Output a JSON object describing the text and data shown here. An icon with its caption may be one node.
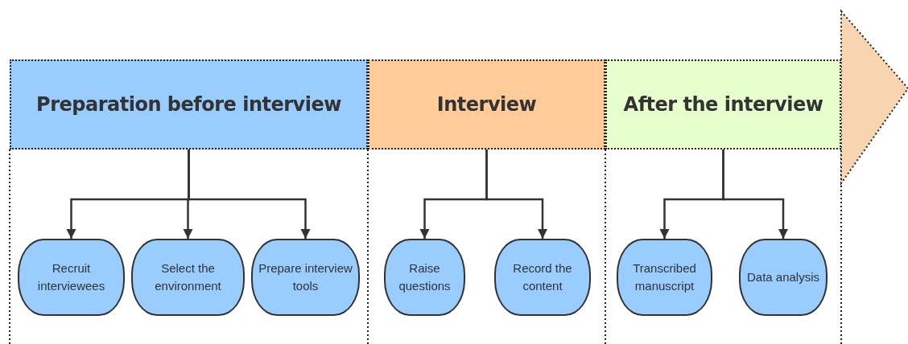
{
  "diagram": {
    "nodes": [
      {
        "text": [
          "Preparation before interview"
        ]
      },
      {
        "text": [
          "Interview"
        ]
      },
      {
        "text": [
          "After the interview"
        ]
      },
      {
        "text": [
          "Recruit interviewees"
        ]
      },
      {
        "text": [
          "Select the environment"
        ]
      },
      {
        "text": [
          "Prepare interview tools"
        ]
      },
      {
        "text": [
          "Raise questions"
        ]
      },
      {
        "text": [
          "Record the content"
        ]
      },
      {
        "text": [
          "Transcribed manuscript"
        ]
      },
      {
        "text": [
          "Data analysis"
        ]
      }
    ],
    "edges": [
      {
        "from": 0,
        "to": 3,
        "arrow": "to"
      },
      {
        "from": 0,
        "to": 4,
        "arrow": "to"
      },
      {
        "from": 0,
        "to": 5,
        "arrow": "to"
      },
      {
        "from": 1,
        "to": 6,
        "arrow": "to"
      },
      {
        "from": 1,
        "to": 7,
        "arrow": "to"
      },
      {
        "from": 2,
        "to": 8,
        "arrow": "to"
      },
      {
        "from": 2,
        "to": 9,
        "arrow": "to"
      }
    ]
  }
}
